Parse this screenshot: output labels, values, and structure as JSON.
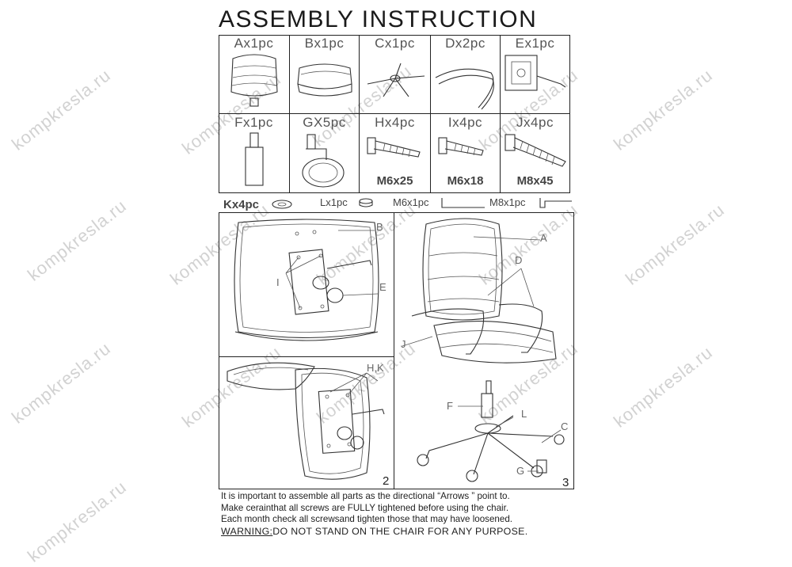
{
  "header": {
    "title": "ASSEMBLY INSTRUCTION"
  },
  "parts": [
    {
      "label": "Ax1pc"
    },
    {
      "label": "Bx1pc"
    },
    {
      "label": "Cx1pc"
    },
    {
      "label": "Dx2pc"
    },
    {
      "label": "Ex1pc"
    },
    {
      "label": "Fx1pc"
    },
    {
      "label": "GX5pc"
    },
    {
      "label": "Hx4pc",
      "size": "M6x25"
    },
    {
      "label": "Ix4pc",
      "size": "M6x18"
    },
    {
      "label": "Jx4pc",
      "size": "M8x45"
    }
  ],
  "small_parts": {
    "k": "Kx4pc",
    "l": "Lx1pc",
    "m6": "M6x1pc",
    "m8": "M8x1pc"
  },
  "steps": {
    "step1": {
      "labels": [
        "B",
        "I",
        "E"
      ]
    },
    "step2": {
      "labels": [
        "H,K"
      ],
      "number": "2"
    },
    "step3": {
      "labels": [
        "A",
        "D",
        "J",
        "F",
        "L",
        "C",
        "G"
      ],
      "number": "3"
    }
  },
  "notes": {
    "line1": "It is important to assemble all parts as the directional “Arrows ” point to.",
    "line2": "Make cerainthat all screws are FULLY tightened before using the chair.",
    "line3": "Each month check all screwsand tighten those that may have loosened.",
    "warning_label": "WARNING:",
    "warning_text": "DO NOT STAND ON THE CHAIR FOR ANY PURPOSE."
  },
  "watermark": "kompkresla.ru"
}
